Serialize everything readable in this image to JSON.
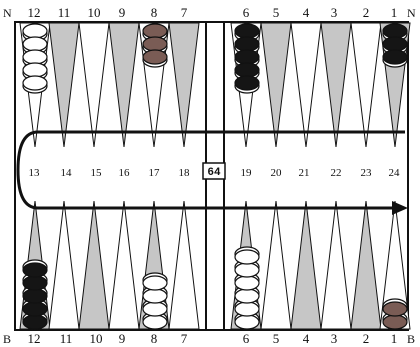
{
  "corners": {
    "top_left": "N",
    "top_right": "N",
    "bottom_left": "B",
    "bottom_right": "B"
  },
  "top_numbers_left": [
    "12",
    "11",
    "10",
    "9",
    "8",
    "7"
  ],
  "top_numbers_right": [
    "6",
    "5",
    "4",
    "3",
    "2",
    "1"
  ],
  "bottom_numbers_left": [
    "12",
    "11",
    "10",
    "9",
    "8",
    "7"
  ],
  "bottom_numbers_right": [
    "6",
    "5",
    "4",
    "3",
    "2",
    "1"
  ],
  "track_numbers_left": [
    "13",
    "14",
    "15",
    "16",
    "17",
    "18"
  ],
  "track_numbers_right": [
    "19",
    "20",
    "21",
    "22",
    "23",
    "24"
  ],
  "doubling_cube": "64",
  "colors": {
    "board": "#ffffff",
    "grey_point": "#c6c6c6",
    "line": "#111111",
    "white_checker": "#ffffff",
    "black_checker": "#151515",
    "brown_checker": "#7a5c55"
  },
  "stacks": [
    {
      "point": "top-12",
      "color": "white",
      "count": 5
    },
    {
      "point": "top-8",
      "color": "brown",
      "count": 3
    },
    {
      "point": "top-6",
      "color": "black",
      "count": 5
    },
    {
      "point": "top-1",
      "color": "black",
      "count": 3
    },
    {
      "point": "bottom-12",
      "color": "black",
      "count": 5
    },
    {
      "point": "bottom-8",
      "color": "white",
      "count": 4
    },
    {
      "point": "bottom-6",
      "color": "white",
      "count": 6
    },
    {
      "point": "bottom-1",
      "color": "brown",
      "count": 2
    }
  ]
}
